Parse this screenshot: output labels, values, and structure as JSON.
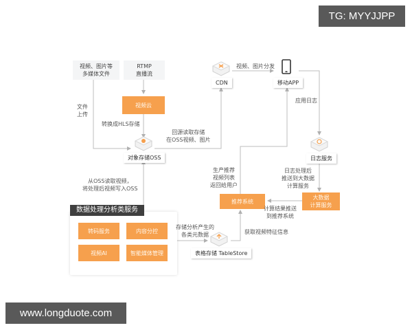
{
  "watermarks": {
    "top_right": "TG: MYYJJPP",
    "bottom_left": "www.longduote.com"
  },
  "nodes": {
    "source_files": "视频、图片等\n多媒体文件",
    "source_rtmp": "RTMP\n直播流",
    "video_cloud": "视频云",
    "oss": "对象存储OSS",
    "cdn": "CDN",
    "mobile_app": "移动APP",
    "log_service": "日志服务",
    "big_data": "大数据\n计算服务",
    "recommend": "推荐系统",
    "tablestore": "表格存储 TableStore"
  },
  "panel": {
    "title": "数据处理分析类服务",
    "items": [
      "转码服务",
      "内容分控",
      "视频AI",
      "智能媒体管理"
    ]
  },
  "edge_labels": {
    "file_upload": "文件\n上传",
    "to_hls": "转换成HLS存储",
    "cdn_origin": "回源读取存储\n在OSS视频、图片",
    "distribute": "视频、图片分发",
    "app_log": "应用日志",
    "oss_process": "从OSS读取视频，\n将处理后视频写入OSS",
    "recommend_return": "生产推荐\n视频列表\n返回给用户",
    "log_push": "日志处理后\n推送到大数据\n计算服务",
    "compute_push": "计算结果推送\n到推荐系统",
    "store_meta": "存储分析产生的\n各类元数据",
    "get_features": "获取视频特征信息"
  },
  "colors": {
    "orange": "#f6a04d",
    "line": "#b5b5b5",
    "watermark_bg": "#595959"
  }
}
